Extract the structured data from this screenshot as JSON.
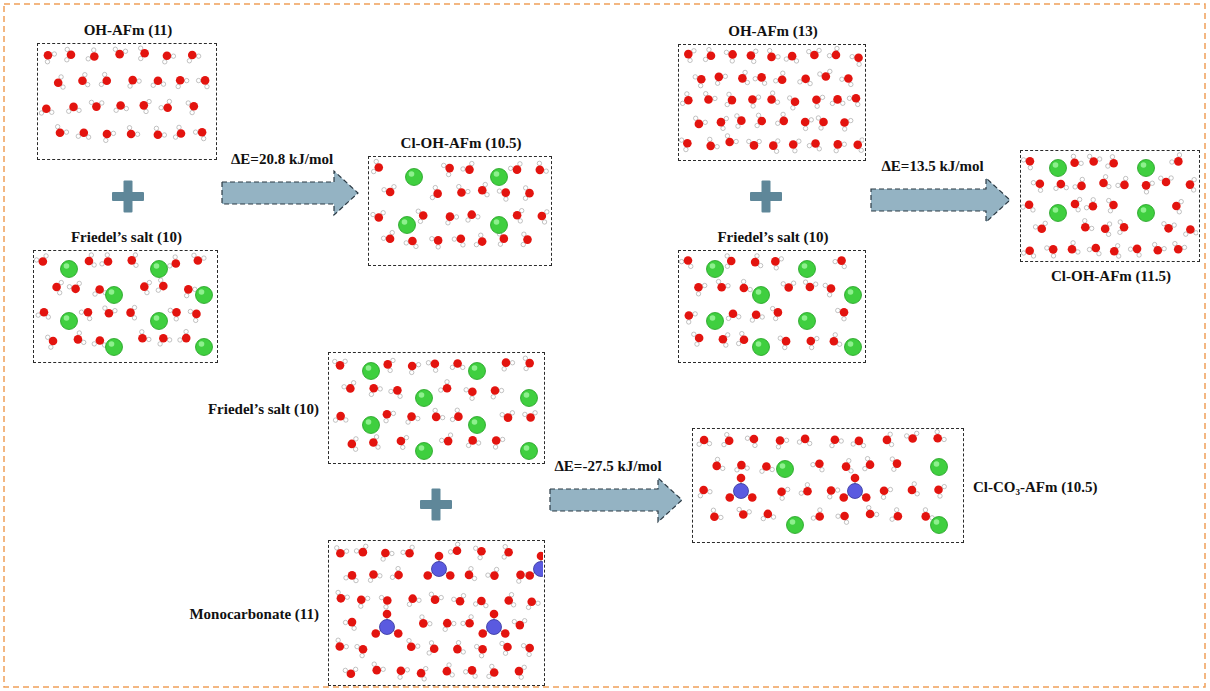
{
  "diagram": {
    "nodes": [
      {
        "text": [
          "OH-AFm (11)"
        ]
      },
      {
        "text": [
          "Friedel’s salt (10)"
        ]
      },
      {
        "text": [
          "Cl-OH-AFm (10.5)"
        ]
      },
      {
        "text": [
          "OH-AFm (13)"
        ]
      },
      {
        "text": [
          "Friedel’s salt (10)"
        ]
      },
      {
        "text": [
          "Cl-OH-AFm (11.5)"
        ]
      },
      {
        "text": [
          "Friedel’s salt (10)"
        ]
      },
      {
        "text": [
          "Monocarbonate (11)"
        ]
      },
      {
        "text": [
          "Cl-CO₃-AFm (10.5)"
        ]
      }
    ],
    "edges": [
      {
        "from": 0,
        "to": 2,
        "arrow": "to",
        "label": "ΔE=20.8 kJ/mol"
      },
      {
        "from": 3,
        "to": 5,
        "arrow": "to",
        "label": "ΔE=13.5 kJ/mol"
      },
      {
        "from": 6,
        "to": 8,
        "arrow": "to",
        "label": "ΔE=-27.5 kJ/mol"
      }
    ]
  }
}
